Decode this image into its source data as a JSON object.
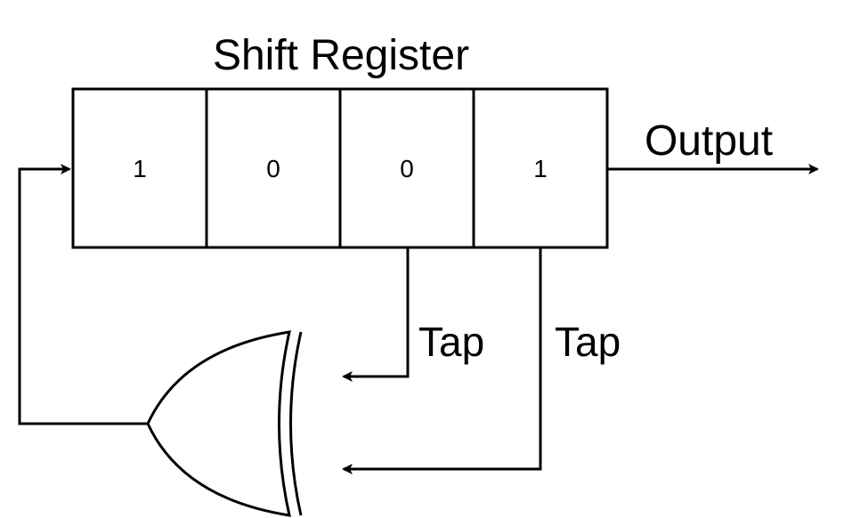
{
  "title": "Shift Register",
  "output_label": "Output",
  "cells": [
    "1",
    "0",
    "0",
    "1"
  ],
  "tap_labels": [
    "Tap",
    "Tap"
  ],
  "gate_type": "XOR",
  "colors": {
    "stroke": "#000000",
    "background": "#ffffff"
  }
}
